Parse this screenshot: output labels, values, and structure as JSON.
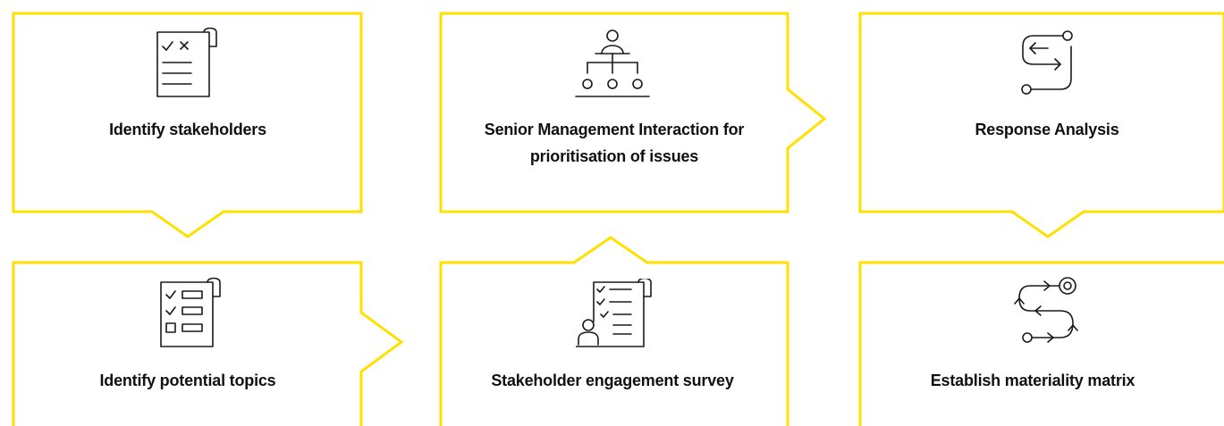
{
  "accent_color": "#FFE000",
  "steps": [
    {
      "label": "Identify stakeholders",
      "icon": "checklist-scroll-icon"
    },
    {
      "label": "Senior Management Interaction for prioritisation of issues",
      "icon": "org-hierarchy-icon"
    },
    {
      "label": "Response Analysis",
      "icon": "flow-arrows-icon"
    },
    {
      "label": "Identify potential topics",
      "icon": "topics-checklist-icon"
    },
    {
      "label": "Stakeholder engagement survey",
      "icon": "survey-person-icon"
    },
    {
      "label": "Establish materiality matrix",
      "icon": "path-target-icon"
    }
  ]
}
